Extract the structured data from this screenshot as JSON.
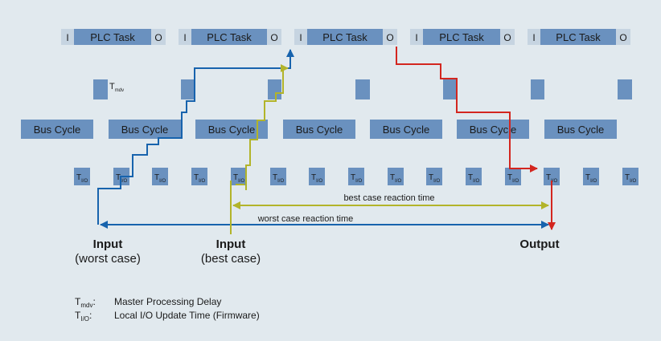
{
  "plc_tasks": [
    {
      "in": "I",
      "label": "PLC Task",
      "out": "O"
    },
    {
      "in": "I",
      "label": "PLC Task",
      "out": "O"
    },
    {
      "in": "I",
      "label": "PLC Task",
      "out": "O"
    },
    {
      "in": "I",
      "label": "PLC Task",
      "out": "O"
    },
    {
      "in": "I",
      "label": "PLC Task",
      "out": "O"
    }
  ],
  "tmdv_label": {
    "main": "T",
    "sub": "mdv"
  },
  "bus_cycles": [
    "Bus Cycle",
    "Bus Cycle",
    "Bus Cycle",
    "Bus Cycle",
    "Bus Cycle",
    "Bus Cycle",
    "Bus Cycle"
  ],
  "tio": {
    "main": "T",
    "sub": "I/O",
    "count": 15
  },
  "reaction_times": {
    "best": "best case reaction time",
    "worst": "worst case reaction time"
  },
  "markers": {
    "input_worst_title": "Input",
    "input_worst_sub": "(worst case)",
    "input_best_title": "Input",
    "input_best_sub": "(best case)",
    "output_title": "Output"
  },
  "legend": [
    {
      "symbol_main": "T",
      "symbol_sub": "mdv",
      "colon": ":",
      "text": "Master Processing Delay"
    },
    {
      "symbol_main": "T",
      "symbol_sub": "I/O",
      "colon": ":",
      "text": "Local I/O Update Time (Firmware)"
    }
  ],
  "colors": {
    "background": "#e1e9ee",
    "box_fill": "#6a91bf",
    "box_text": "#1a1a1a",
    "side_box": "#c6d4e1",
    "blue_path": "#1763ad",
    "green_path": "#b2b42a",
    "red_path": "#d3261f",
    "text": "#1a1a1a"
  }
}
